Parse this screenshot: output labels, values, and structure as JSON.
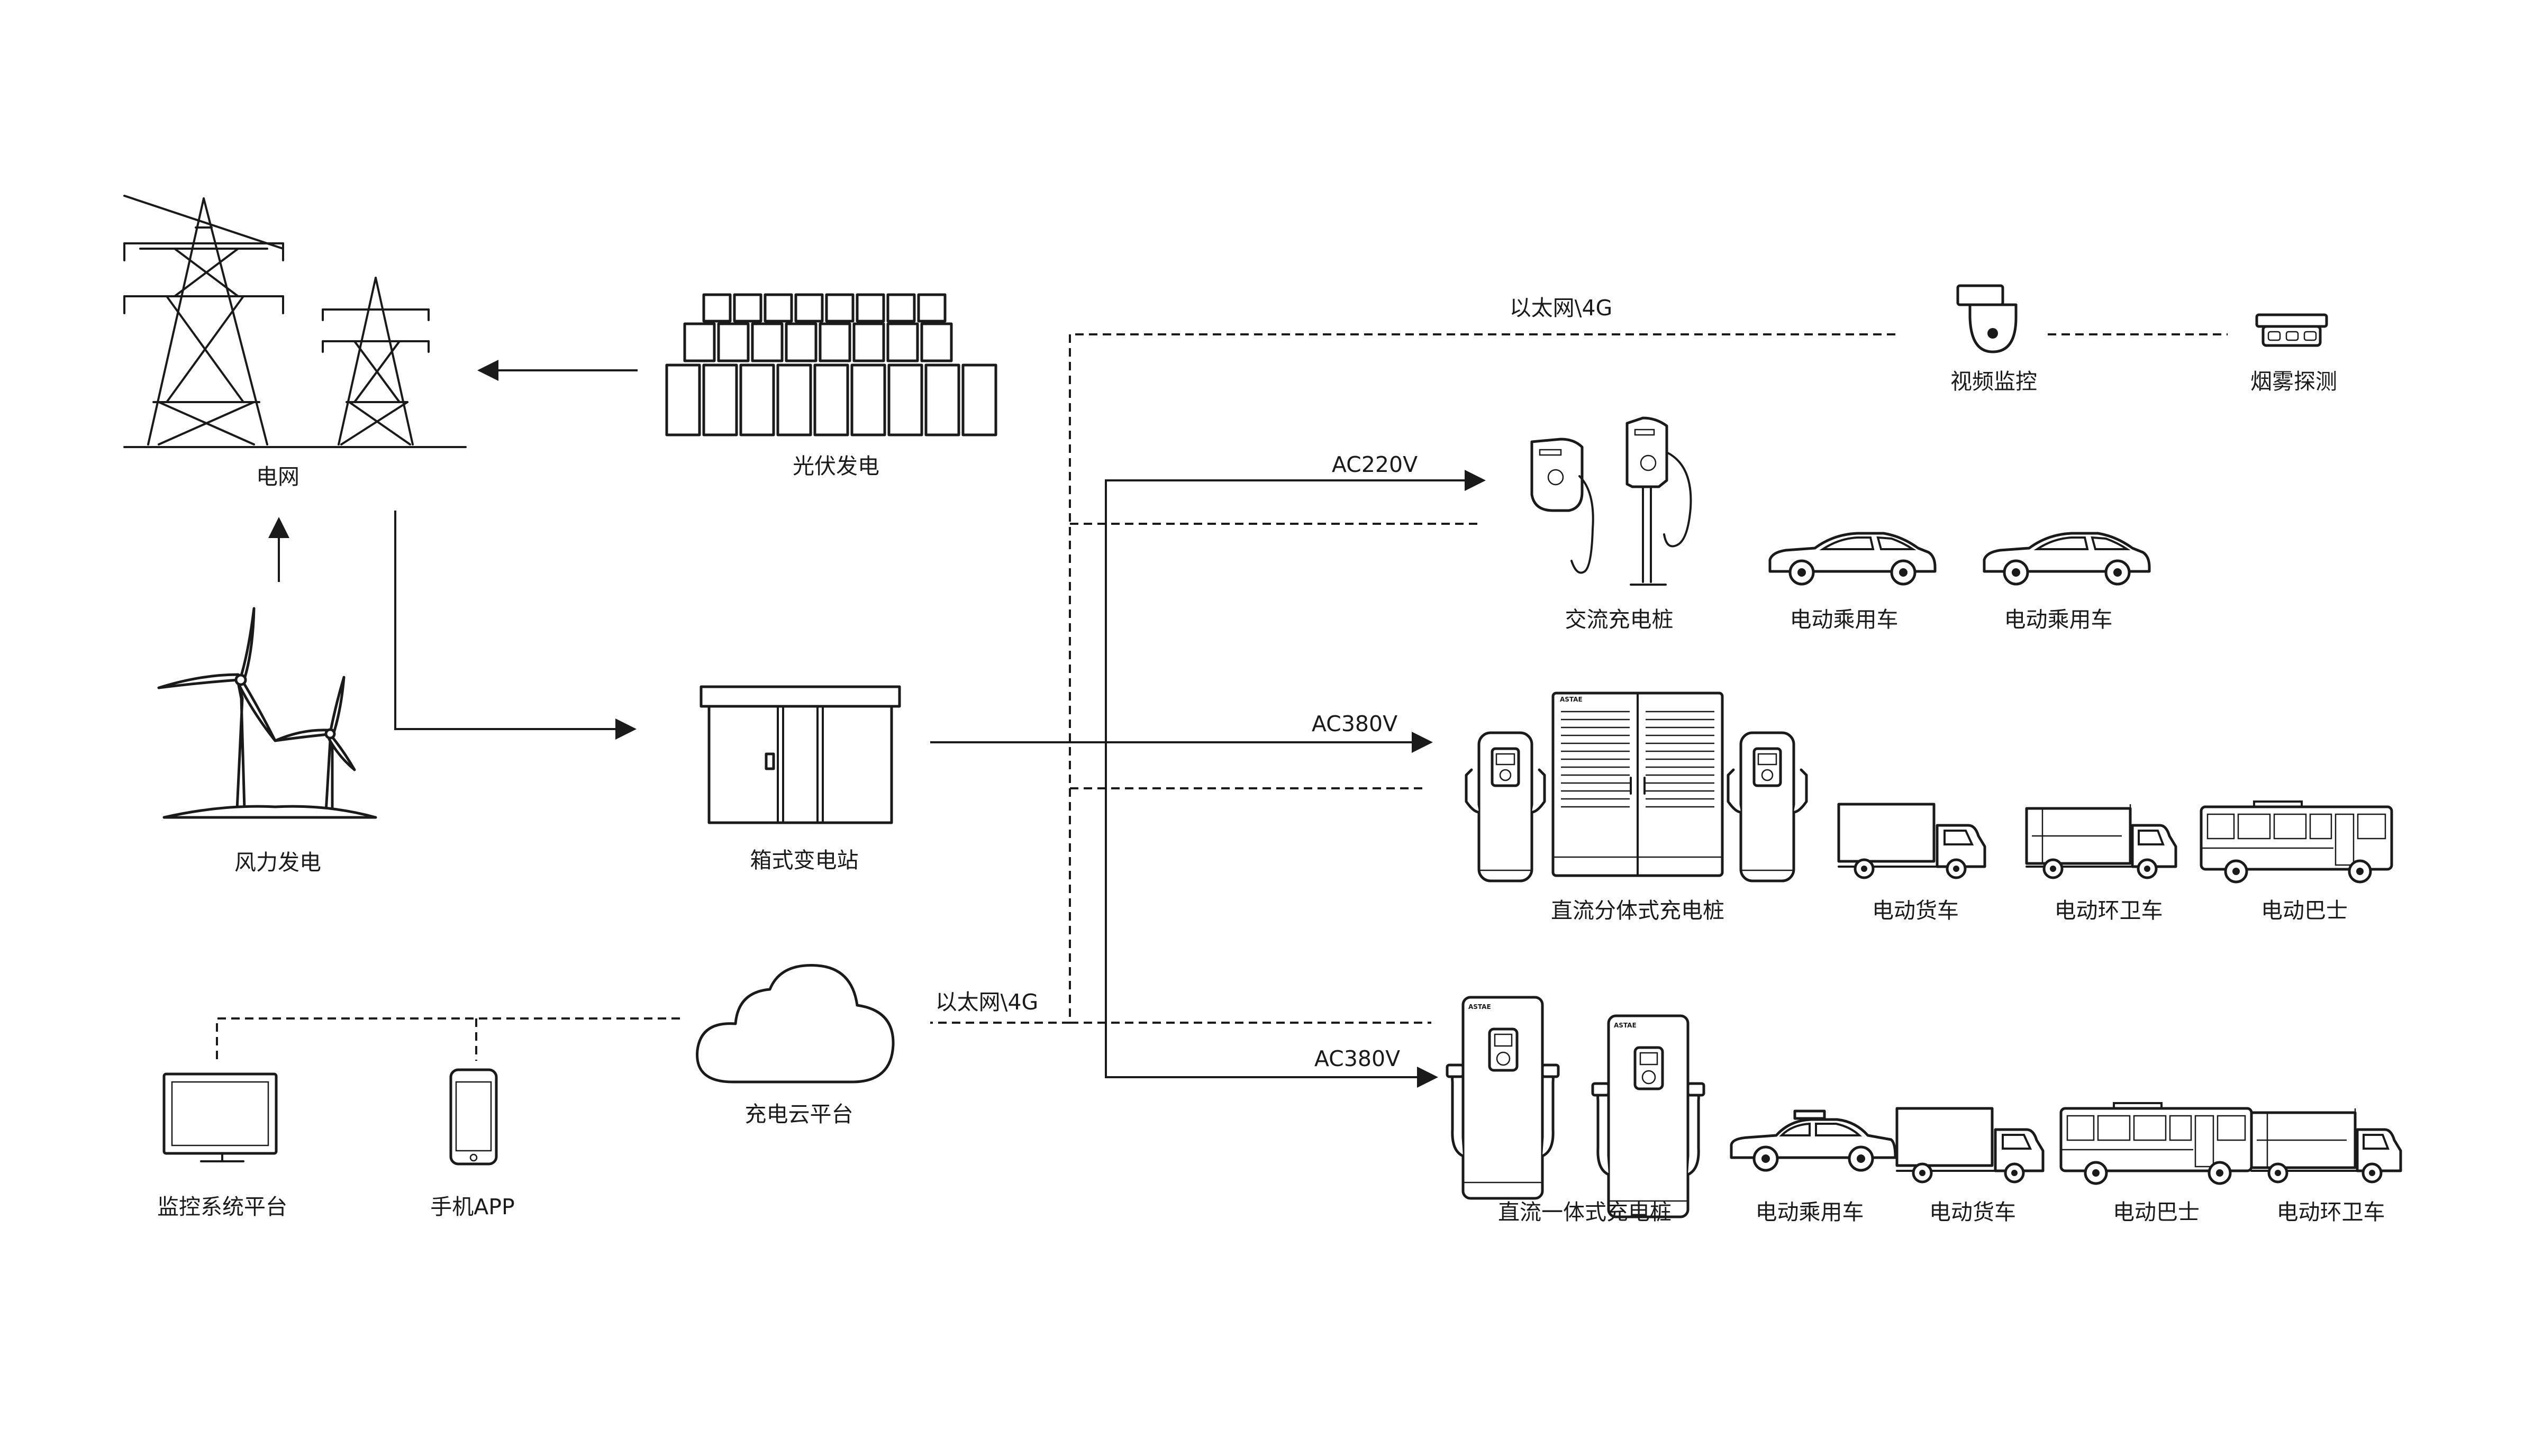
{
  "labels": {
    "grid": "电网",
    "solar": "光伏发电",
    "wind": "风力发电",
    "substation": "箱式变电站",
    "cloud": "充电云平台",
    "monitor_platform": "监控系统平台",
    "phone_app": "手机APP",
    "video": "视频监控",
    "smoke": "烟雾探测",
    "ac_pile": "交流充电桩",
    "dc_split_pile": "直流分体式充电桩",
    "dc_integrated_pile": "直流一体式充电桩",
    "ac_car1": "电动乘用车",
    "ac_car2": "电动乘用车",
    "split_truck": "电动货车",
    "split_sanitation": "电动环卫车",
    "split_bus": "电动巴士",
    "int_car": "电动乘用车",
    "int_truck": "电动货车",
    "int_bus": "电动巴士",
    "int_sanitation": "电动环卫车"
  },
  "lines": {
    "ethernet_top": "以太网\\4G",
    "ethernet_cloud": "以太网\\4G",
    "ac220": "AC220V",
    "ac380_split": "AC380V",
    "ac380_int": "AC380V"
  },
  "brand": "ASTAE"
}
